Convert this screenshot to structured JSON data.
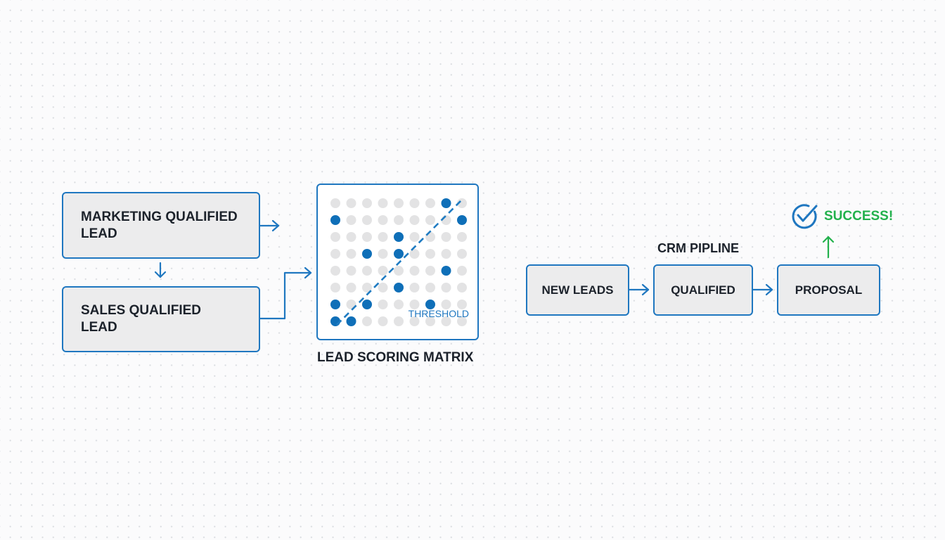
{
  "left": {
    "mql": {
      "line1": "MARKETING QUALIFIED",
      "line2": "LEAD"
    },
    "sql": {
      "line1": "SALES QUALIFIED",
      "line2": "LEAD"
    }
  },
  "matrix": {
    "title": "LEAD SCORING MATRIX",
    "threshold_label": "THRESHOLD",
    "cols": 9,
    "rows": 8,
    "highlighted": [
      [
        0,
        7
      ],
      [
        1,
        0
      ],
      [
        1,
        8
      ],
      [
        2,
        4
      ],
      [
        3,
        2
      ],
      [
        3,
        4
      ],
      [
        4,
        7
      ],
      [
        5,
        4
      ],
      [
        6,
        0
      ],
      [
        6,
        2
      ],
      [
        6,
        6
      ],
      [
        7,
        0
      ],
      [
        7,
        1
      ]
    ],
    "colors": {
      "highlight": "#0f6fb8",
      "dim": "#e3e3e4",
      "line": "#1f7bc2"
    }
  },
  "pipeline": {
    "title": "CRM PIPLINE",
    "stages": [
      "NEW LEADS",
      "QUALIFIED",
      "PROPOSAL"
    ],
    "outcome": "SUCCESS!"
  },
  "colors": {
    "accent": "#1f77c0",
    "success": "#22b14c",
    "text": "#1c222b"
  }
}
